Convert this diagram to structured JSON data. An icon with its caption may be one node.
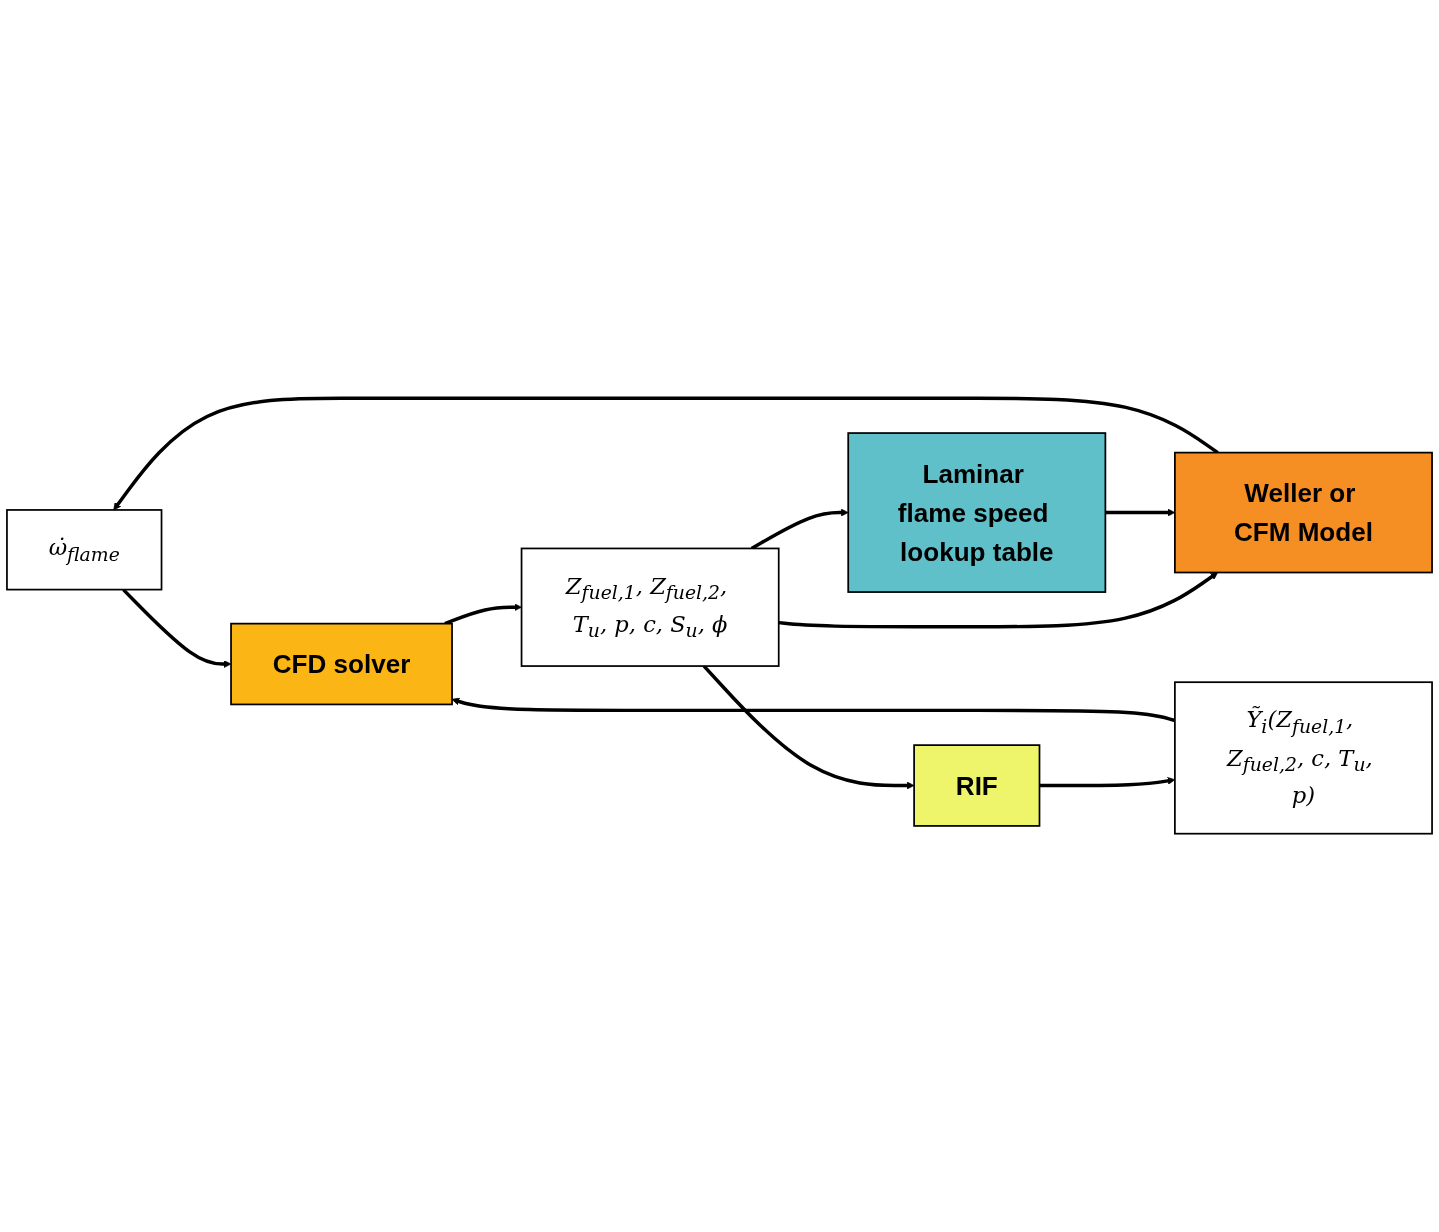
{
  "diagram": {
    "nodes": [
      {
        "text": [
          "ω̇$_{flame}$"
        ]
      },
      {
        "text": [
          "CFD solver"
        ]
      },
      {
        "text": [
          "Z$_{fuel,1}$, Z$_{fuel,2}$, T$_{u}$, p, c, S$_{u}$, ϕ"
        ]
      },
      {
        "text": [
          "Weller or CFM Model"
        ]
      },
      {
        "text": [
          "Laminar flame speed lookup table"
        ]
      },
      {
        "text": [
          "RIF"
        ]
      },
      {
        "text": [
          "Ỹ$_{i}$(Z$_{fuel,1}$, Z$_{fuel,2}$, c, T$_{u}$, p)"
        ]
      }
    ],
    "edges": [
      {
        "from": 3,
        "to": 0,
        "arrow": "to"
      },
      {
        "from": 0,
        "to": 1,
        "arrow": "to"
      },
      {
        "from": 1,
        "to": 2,
        "arrow": "to"
      },
      {
        "from": 2,
        "to": 3,
        "arrow": "to"
      },
      {
        "from": 2,
        "to": 4,
        "arrow": "to"
      },
      {
        "from": 4,
        "to": 3,
        "arrow": "to"
      },
      {
        "from": 2,
        "to": 5,
        "arrow": "to"
      },
      {
        "from": 5,
        "to": 6,
        "arrow": "to"
      },
      {
        "from": 6,
        "to": 1,
        "arrow": "to"
      }
    ]
  }
}
